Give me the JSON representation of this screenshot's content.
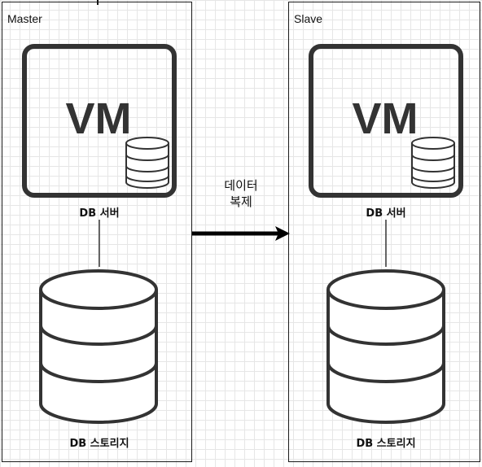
{
  "master": {
    "title": "Master",
    "vm_label": "VM",
    "server_label": "DB 서버",
    "storage_label": "DB 스토리지"
  },
  "slave": {
    "title": "Slave",
    "vm_label": "VM",
    "server_label": "DB 서버",
    "storage_label": "DB 스토리지"
  },
  "replication": {
    "line1": "데이터",
    "line2": "복제"
  }
}
